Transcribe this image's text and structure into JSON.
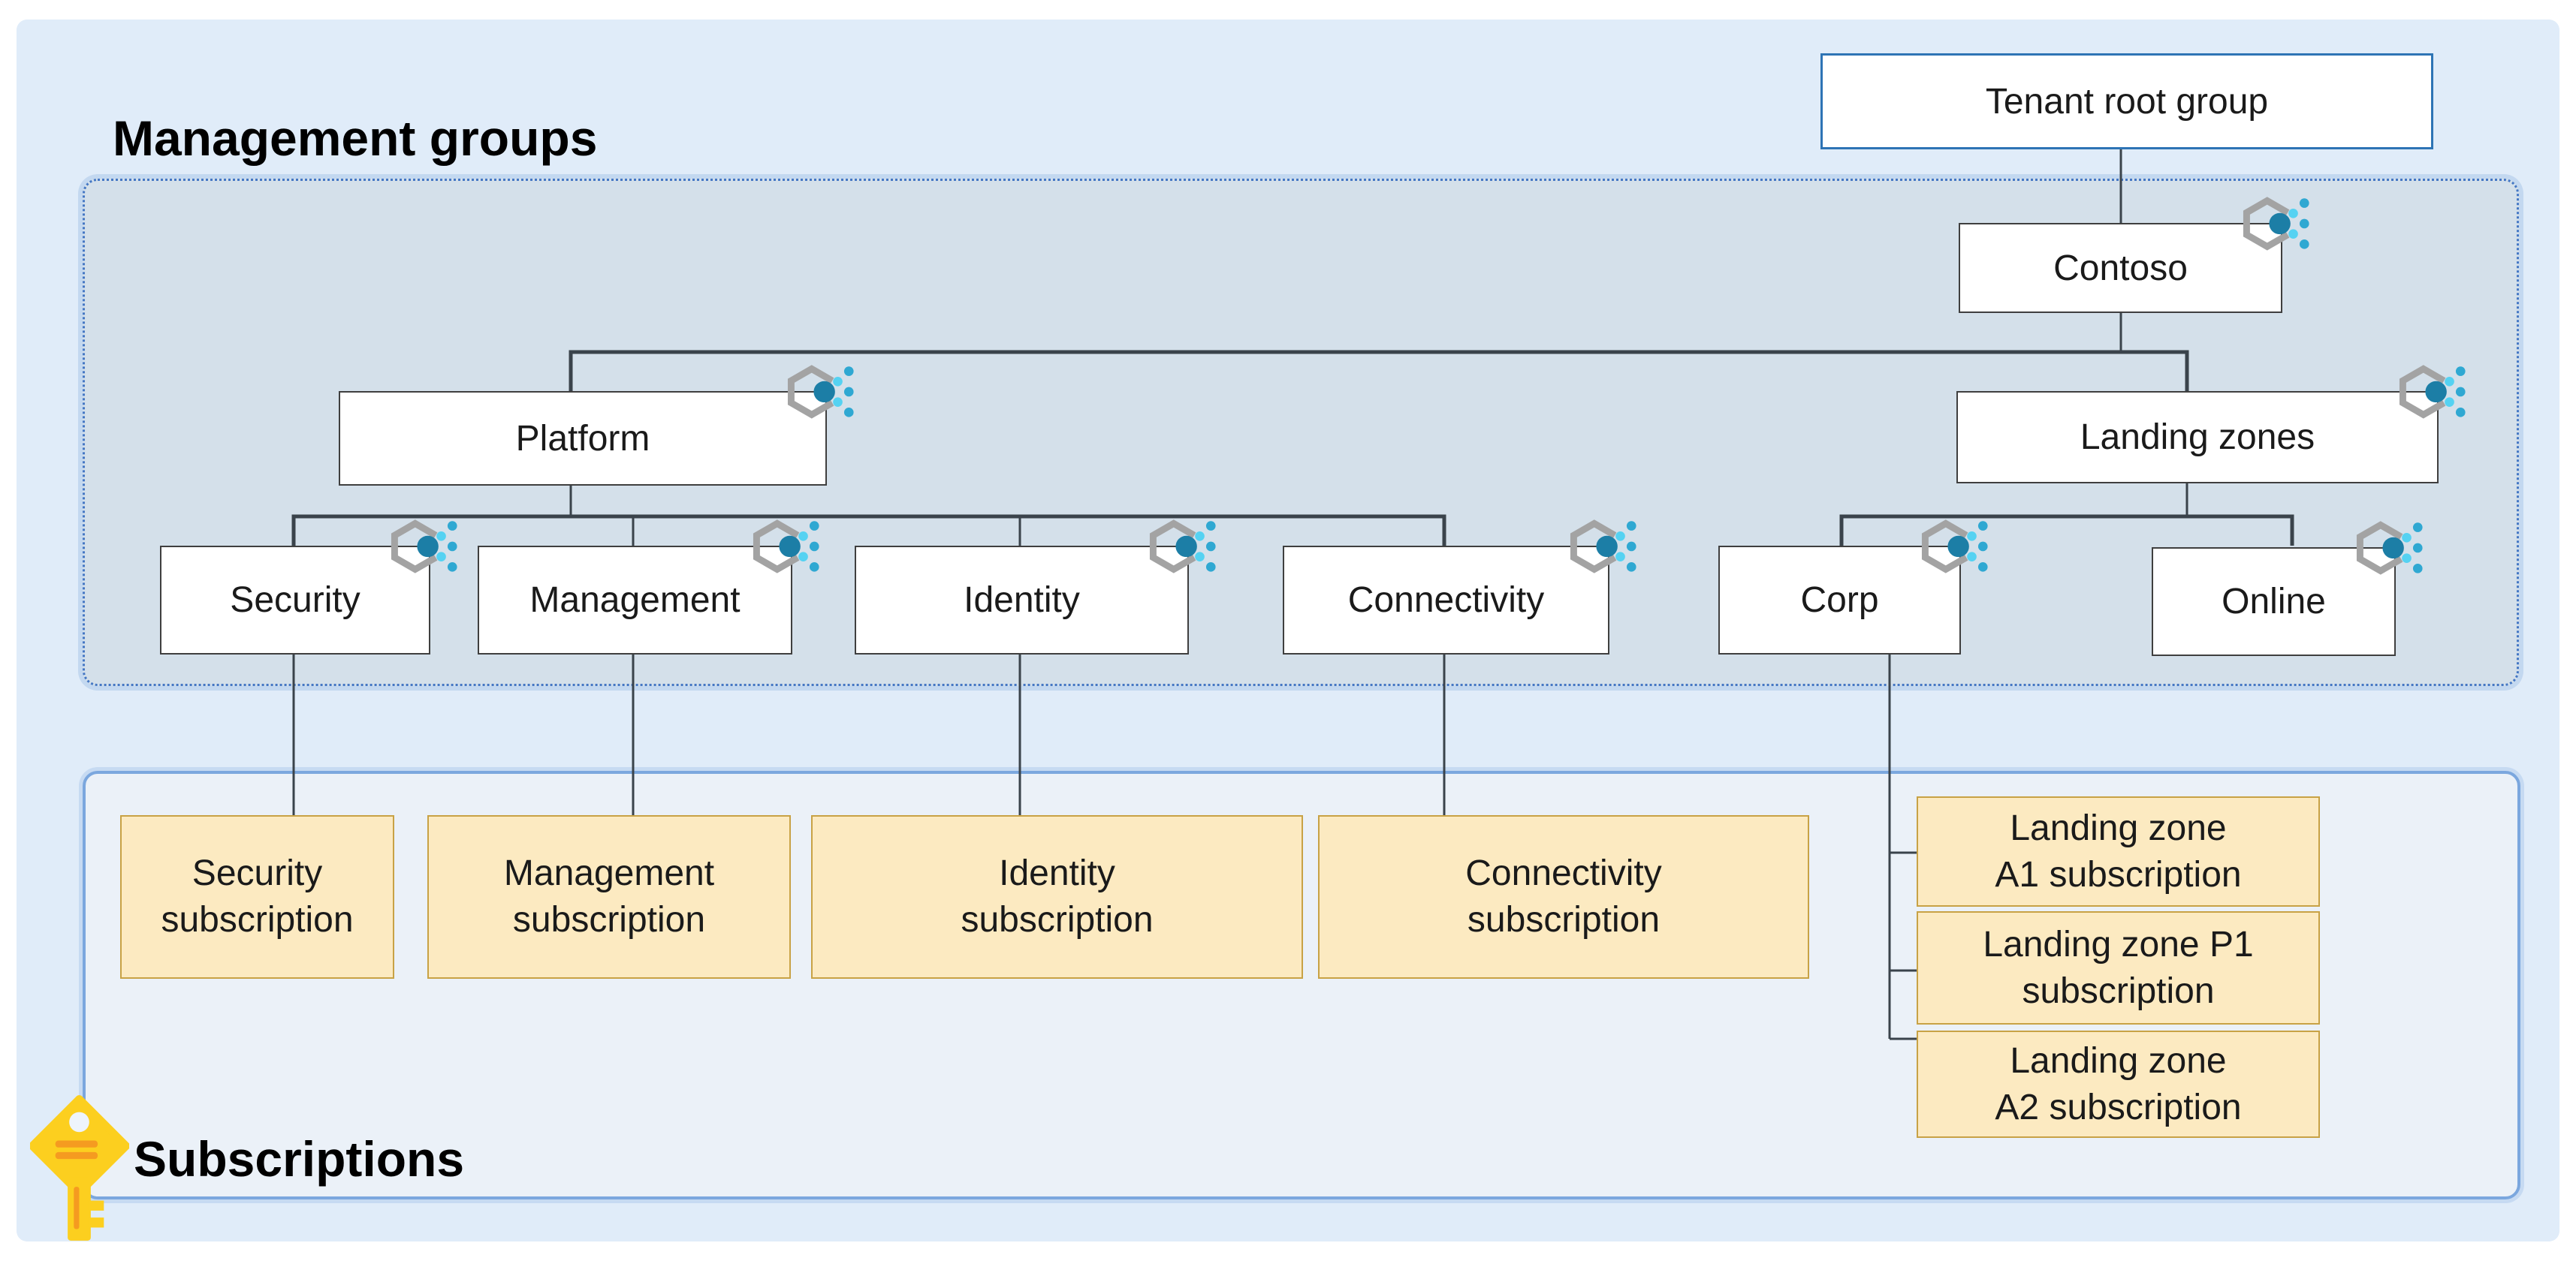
{
  "titles": {
    "management_groups": "Management groups",
    "subscriptions": "Subscriptions"
  },
  "nodes": {
    "tenant_root": {
      "label": "Tenant root group"
    },
    "contoso": {
      "label": "Contoso"
    },
    "platform": {
      "label": "Platform"
    },
    "landing_zones": {
      "label": "Landing zones"
    },
    "security": {
      "label": "Security"
    },
    "management": {
      "label": "Management"
    },
    "identity": {
      "label": "Identity"
    },
    "connectivity": {
      "label": "Connectivity"
    },
    "corp": {
      "label": "Corp"
    },
    "online": {
      "label": "Online"
    }
  },
  "subscriptions": {
    "security": {
      "label": "Security\nsubscription"
    },
    "management": {
      "label": "Management\nsubscription"
    },
    "identity": {
      "label": "Identity\nsubscription"
    },
    "connectivity": {
      "label": "Connectivity\nsubscription"
    },
    "lz_a1": {
      "label": "Landing zone\nA1 subscription"
    },
    "lz_p1": {
      "label": "Landing zone P1\nsubscription"
    },
    "lz_a2": {
      "label": "Landing zone\nA2 subscription"
    }
  },
  "icons": {
    "management_group": "hexagon-with-dots",
    "subscriptions_key": "yellow-key"
  },
  "colors": {
    "panel_bg": "#e0ecf9",
    "mg_container_bg": "#d4e0ea",
    "mg_container_border": "#4477c4",
    "subs_container_bg": "#ebf1f8",
    "subs_container_border": "#7ba7de",
    "node_border": "#3f3f3f",
    "tenant_root_border": "#2e74b5",
    "subscription_fill": "#fceac1",
    "subscription_border": "#c8a245",
    "connector": "#3a434b",
    "icon_hexagon": "#a3a3a3",
    "icon_dot_large": "#1c7ea6",
    "icon_dot_light": "#55d2f2",
    "icon_dot_medium": "#2fa8d2",
    "key_gold": "#fccf1f",
    "key_orange": "#f59b20"
  }
}
